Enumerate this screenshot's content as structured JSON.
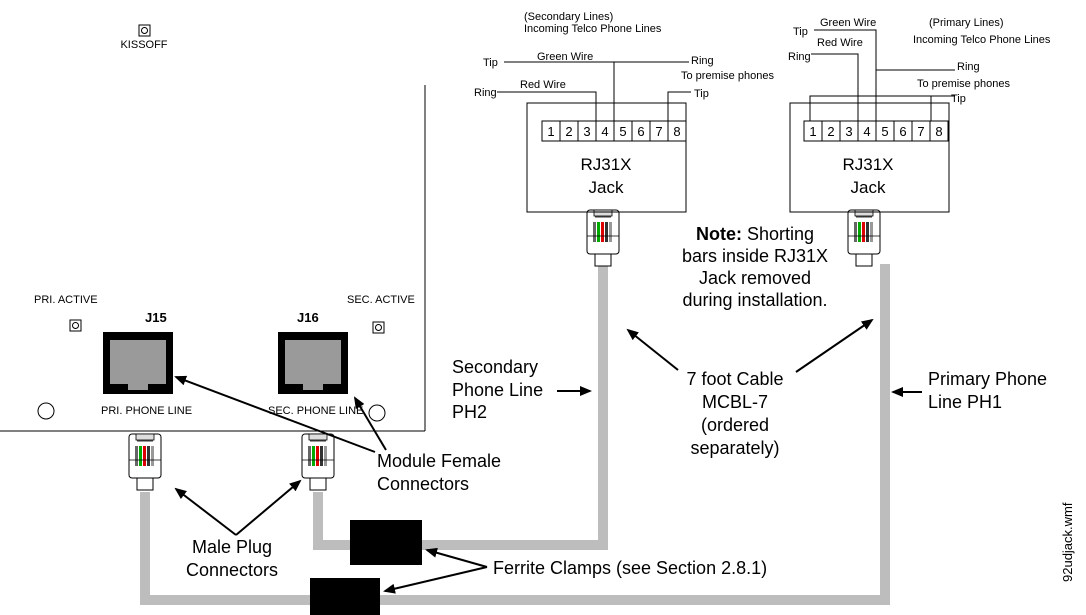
{
  "kissoff_label": "KISSOFF",
  "pri_active_label": "PRI. ACTIVE",
  "sec_active_label": "SEC. ACTIVE",
  "j15_label": "J15",
  "j16_label": "J16",
  "pri_phone_line_label": "PRI. PHONE LINE",
  "sec_phone_line_label": "SEC. PHONE LINE",
  "secondary_jack": {
    "header_line1": "(Secondary Lines)",
    "header_line2": "Incoming Telco Phone Lines",
    "tip": "Tip",
    "green_wire": "Green Wire",
    "ring_right": "Ring",
    "to_premise": "To premise phones",
    "ring_left": "Ring",
    "red_wire": "Red Wire",
    "tip_right": "Tip",
    "pins": [
      "1",
      "2",
      "3",
      "4",
      "5",
      "6",
      "7",
      "8"
    ],
    "jack_line1": "RJ31X",
    "jack_line2": "Jack"
  },
  "primary_jack": {
    "tip": "Tip",
    "green_wire": "Green Wire",
    "header_line1": "(Primary Lines)",
    "header_line2": "Incoming Telco Phone Lines",
    "red_wire": "Red Wire",
    "ring_left": "Ring",
    "ring_right": "Ring",
    "to_premise": "To premise phones",
    "tip_right": "Tip",
    "pins": [
      "1",
      "2",
      "3",
      "4",
      "5",
      "6",
      "7",
      "8"
    ],
    "jack_line1": "RJ31X",
    "jack_line2": "Jack"
  },
  "note": {
    "bold": "Note:",
    "line1_rest": " Shorting",
    "line2": "bars inside RJ31X",
    "line3": "Jack removed",
    "line4": "during installation."
  },
  "secondary_phone_line": [
    "Secondary",
    "Phone Line",
    "PH2"
  ],
  "cable": [
    "7 foot Cable",
    "MCBL-7",
    "(ordered",
    "separately)"
  ],
  "primary_phone_line": [
    "Primary Phone",
    "Line PH1"
  ],
  "module_female": [
    "Module Female",
    "Connectors"
  ],
  "male_plug": [
    "Male Plug",
    "Connectors"
  ],
  "ferrite_clamps": "Ferrite Clamps (see Section 2.8.1)",
  "file_name": "92udjack.wmf"
}
